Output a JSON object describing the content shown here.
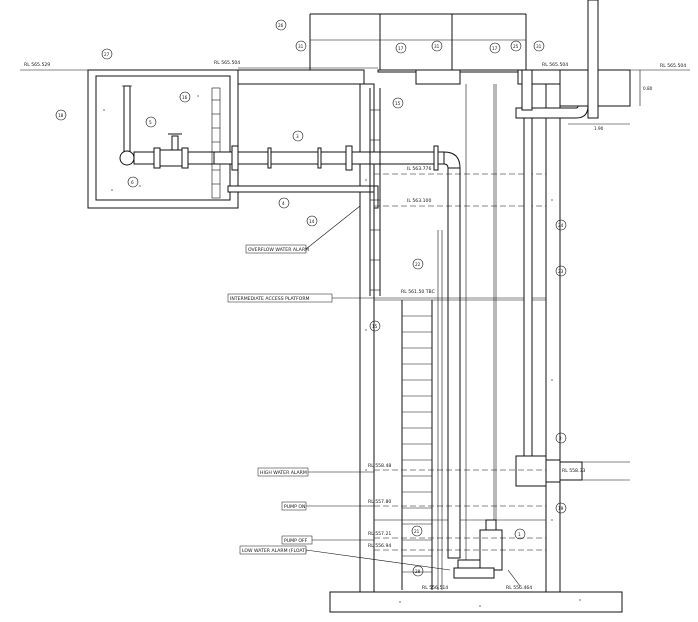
{
  "levels": {
    "rl_left": "RL 565.529",
    "rl_top_mid": "RL 565.504",
    "rl_top_right": "RL 565.504",
    "rl_top_far": "RL 565.504",
    "il_upper": "IL 563.776",
    "il_lower": "IL 563.100",
    "rl_platform": "RL 561.50 TBC",
    "rl_high": "RL 558.48",
    "rl_pump_on": "RL 557.80",
    "rl_pump_off": "RL 557.21",
    "rl_low": "RL 556.94",
    "rl_bottom_left": "RL 556.514",
    "rl_bottom_right": "RL 556.464",
    "rl_inlet": "RL 558.33"
  },
  "dims": {
    "depth": "0.80",
    "width": "1.90"
  },
  "callouts": {
    "overflow_alarm": "OVERFLOW WATER ALARM",
    "intermediate_platform": "INTERMEDIATE ACCESS PLATFORM",
    "high_alarm": "HIGH WATER ALARM",
    "pump_on": "PUMP ON",
    "pump_off": "PUMP OFF",
    "low_alarm": "LOW WATER ALARM (FLOAT)"
  },
  "tags": {
    "t26": "26",
    "t27": "27",
    "t18": "18",
    "t16": "16",
    "t5": "5",
    "t6": "6",
    "t4": "4",
    "t14": "14",
    "t3": "3",
    "t15": "15",
    "t17a": "17",
    "t17b": "17",
    "t31a": "31",
    "t31b": "31",
    "t31c": "31",
    "t25": "25",
    "t22": "22",
    "t24": "24",
    "t23": "23",
    "t15b": "15",
    "t2": "2",
    "t19": "19",
    "t1": "1",
    "t21": "21",
    "t28": "28"
  }
}
